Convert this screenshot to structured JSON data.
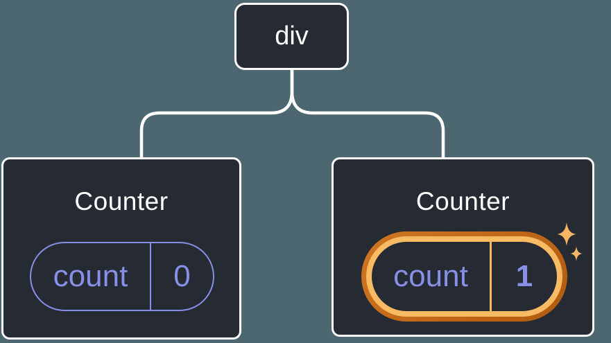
{
  "diagram": {
    "root": {
      "label": "div"
    },
    "counters": [
      {
        "title": "Counter",
        "state_key": "count",
        "state_value": "0",
        "highlighted": false
      },
      {
        "title": "Counter",
        "state_key": "count",
        "state_value": "1",
        "highlighted": true
      }
    ]
  },
  "icons": {
    "sparkle": "sparkle-icon"
  },
  "colors": {
    "background": "#4D6770",
    "card_background": "#252A33",
    "card_border": "#FFFFFF",
    "connector": "#FFFFFF",
    "state_purple": "#878FE7",
    "highlight_orange_dark": "#C2671B",
    "highlight_orange_light": "#F9BA64",
    "sparkle": "#F5B763",
    "text": "#FFFFFF"
  }
}
